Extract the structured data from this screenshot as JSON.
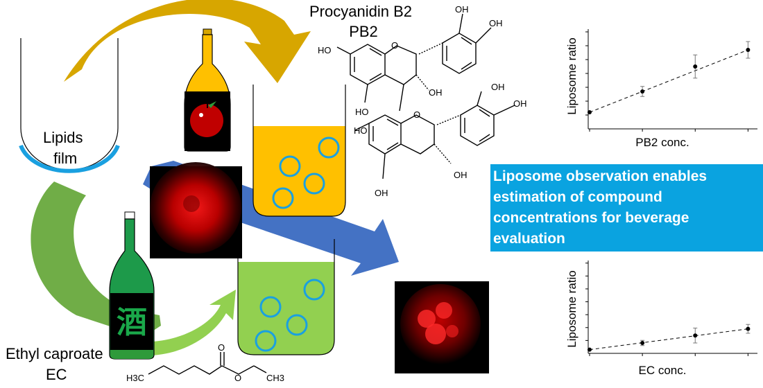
{
  "labels": {
    "lipids_film": [
      "Lipids",
      "film"
    ],
    "compound_pb2_name": "Procyanidin B2",
    "compound_pb2_abbr": "PB2",
    "compound_ec_name": "Ethyl caproate",
    "compound_ec_abbr": "EC",
    "sake_char": "酒"
  },
  "chem_labels": {
    "oh": "OH",
    "ho": "HO",
    "o": "O",
    "h3c": "H3C",
    "ch3": "CH3"
  },
  "banner": {
    "text": "Liposome observation enables estimation of compound concentrations for beverage evaluation",
    "background": "#0aa3e0",
    "color": "#ffffff"
  },
  "colors": {
    "orange_liquid": "#ffc000",
    "green_liquid": "#92d050",
    "dark_orange_arrow": "#d7a600",
    "olive_arrow": "#70ad47",
    "blue_arrow": "#4472c4",
    "vesicle_ring": "#1aa0e0",
    "apple_red": "#c00000",
    "bottle_green": "#1d9a4a"
  },
  "chart_data": [
    {
      "type": "scatter",
      "title": "",
      "xlabel": "PB2 conc.",
      "ylabel": "Liposome ratio",
      "trendline": "dashed",
      "x": [
        1,
        2,
        3,
        4
      ],
      "y": [
        0.2,
        0.45,
        0.75,
        0.95
      ],
      "yerr": [
        0.0,
        0.06,
        0.14,
        0.1
      ],
      "xlim": [
        1,
        4.1
      ],
      "ylim": [
        0,
        1.2
      ],
      "tick_labels": false
    },
    {
      "type": "scatter",
      "title": "",
      "xlabel": "EC conc.",
      "ylabel": "Liposome ratio",
      "trendline": "dashed",
      "x": [
        1,
        2,
        3,
        4
      ],
      "y": [
        0.1,
        0.28,
        0.48,
        0.66
      ],
      "yerr": [
        0.0,
        0.07,
        0.2,
        0.12
      ],
      "xlim": [
        1,
        4.1
      ],
      "ylim": [
        0,
        2.5
      ],
      "tick_labels": false
    }
  ]
}
